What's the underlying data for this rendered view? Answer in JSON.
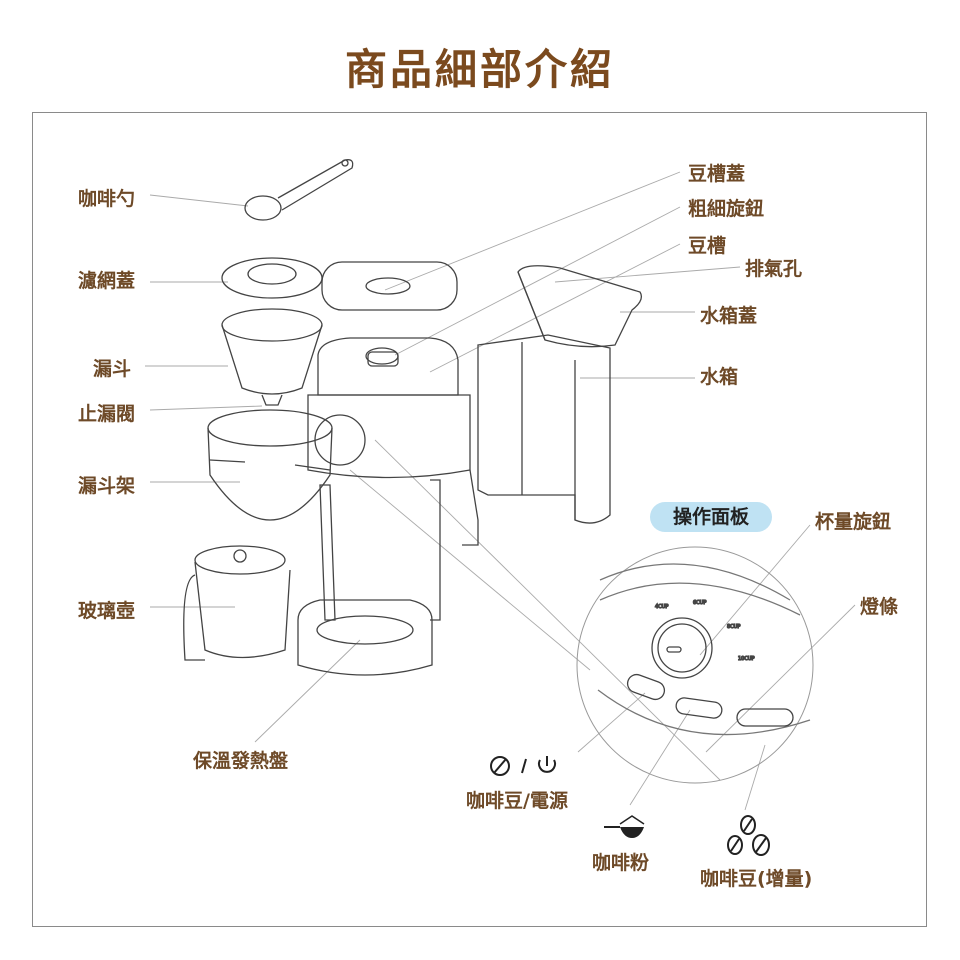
{
  "title": "商品細部介紹",
  "labels_left": {
    "spoon": "咖啡勺",
    "filter_lid": "濾網蓋",
    "funnel": "漏斗",
    "stop_valve": "止漏閥",
    "funnel_holder": "漏斗架",
    "carafe": "玻璃壺",
    "warming_plate": "保溫發熱盤"
  },
  "labels_right": {
    "bean_lid": "豆槽蓋",
    "grind_knob": "粗細旋鈕",
    "bean_hopper": "豆槽",
    "vent": "排氣孔",
    "tank_lid": "水箱蓋",
    "water_tank": "水箱"
  },
  "panel": {
    "badge": "操作面板",
    "cup_knob": "杯量旋鈕",
    "light_bar": "燈條",
    "cup_marks": [
      "4CUP",
      "6CUP",
      "8CUP",
      "10CUP"
    ]
  },
  "buttons": {
    "beans_power": "咖啡豆/電源",
    "powder": "咖啡粉",
    "beans_more": "咖啡豆(增量)"
  },
  "colors": {
    "title": "#7b4a1e",
    "label": "#6e4a28",
    "badge": "#bfe2f3"
  }
}
